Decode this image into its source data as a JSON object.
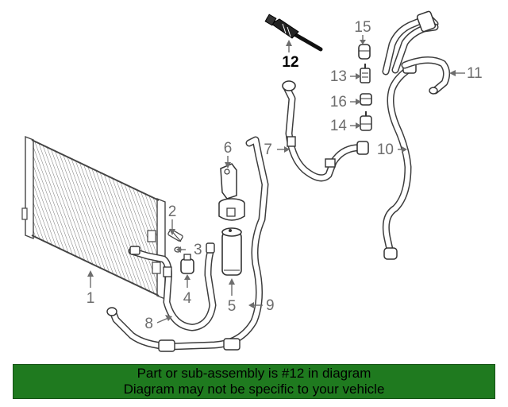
{
  "callouts": {
    "c1": "1",
    "c2": "2",
    "c3": "3",
    "c4": "4",
    "c5": "5",
    "c6": "6",
    "c7": "7",
    "c8": "8",
    "c9": "9",
    "c10": "10",
    "c11": "11",
    "c12": "12",
    "c13": "13",
    "c14": "14",
    "c15": "15",
    "c16": "16"
  },
  "highlighted_part": "12",
  "banner": {
    "line1": "Part or sub-assembly is #12 in diagram",
    "line2": "Diagram may not be specific to your vehicle"
  },
  "colors": {
    "banner_background": "#1f7a1f",
    "line_art": "#555555",
    "callout_text": "#6d6d6d",
    "highlight_text": "#000000"
  }
}
